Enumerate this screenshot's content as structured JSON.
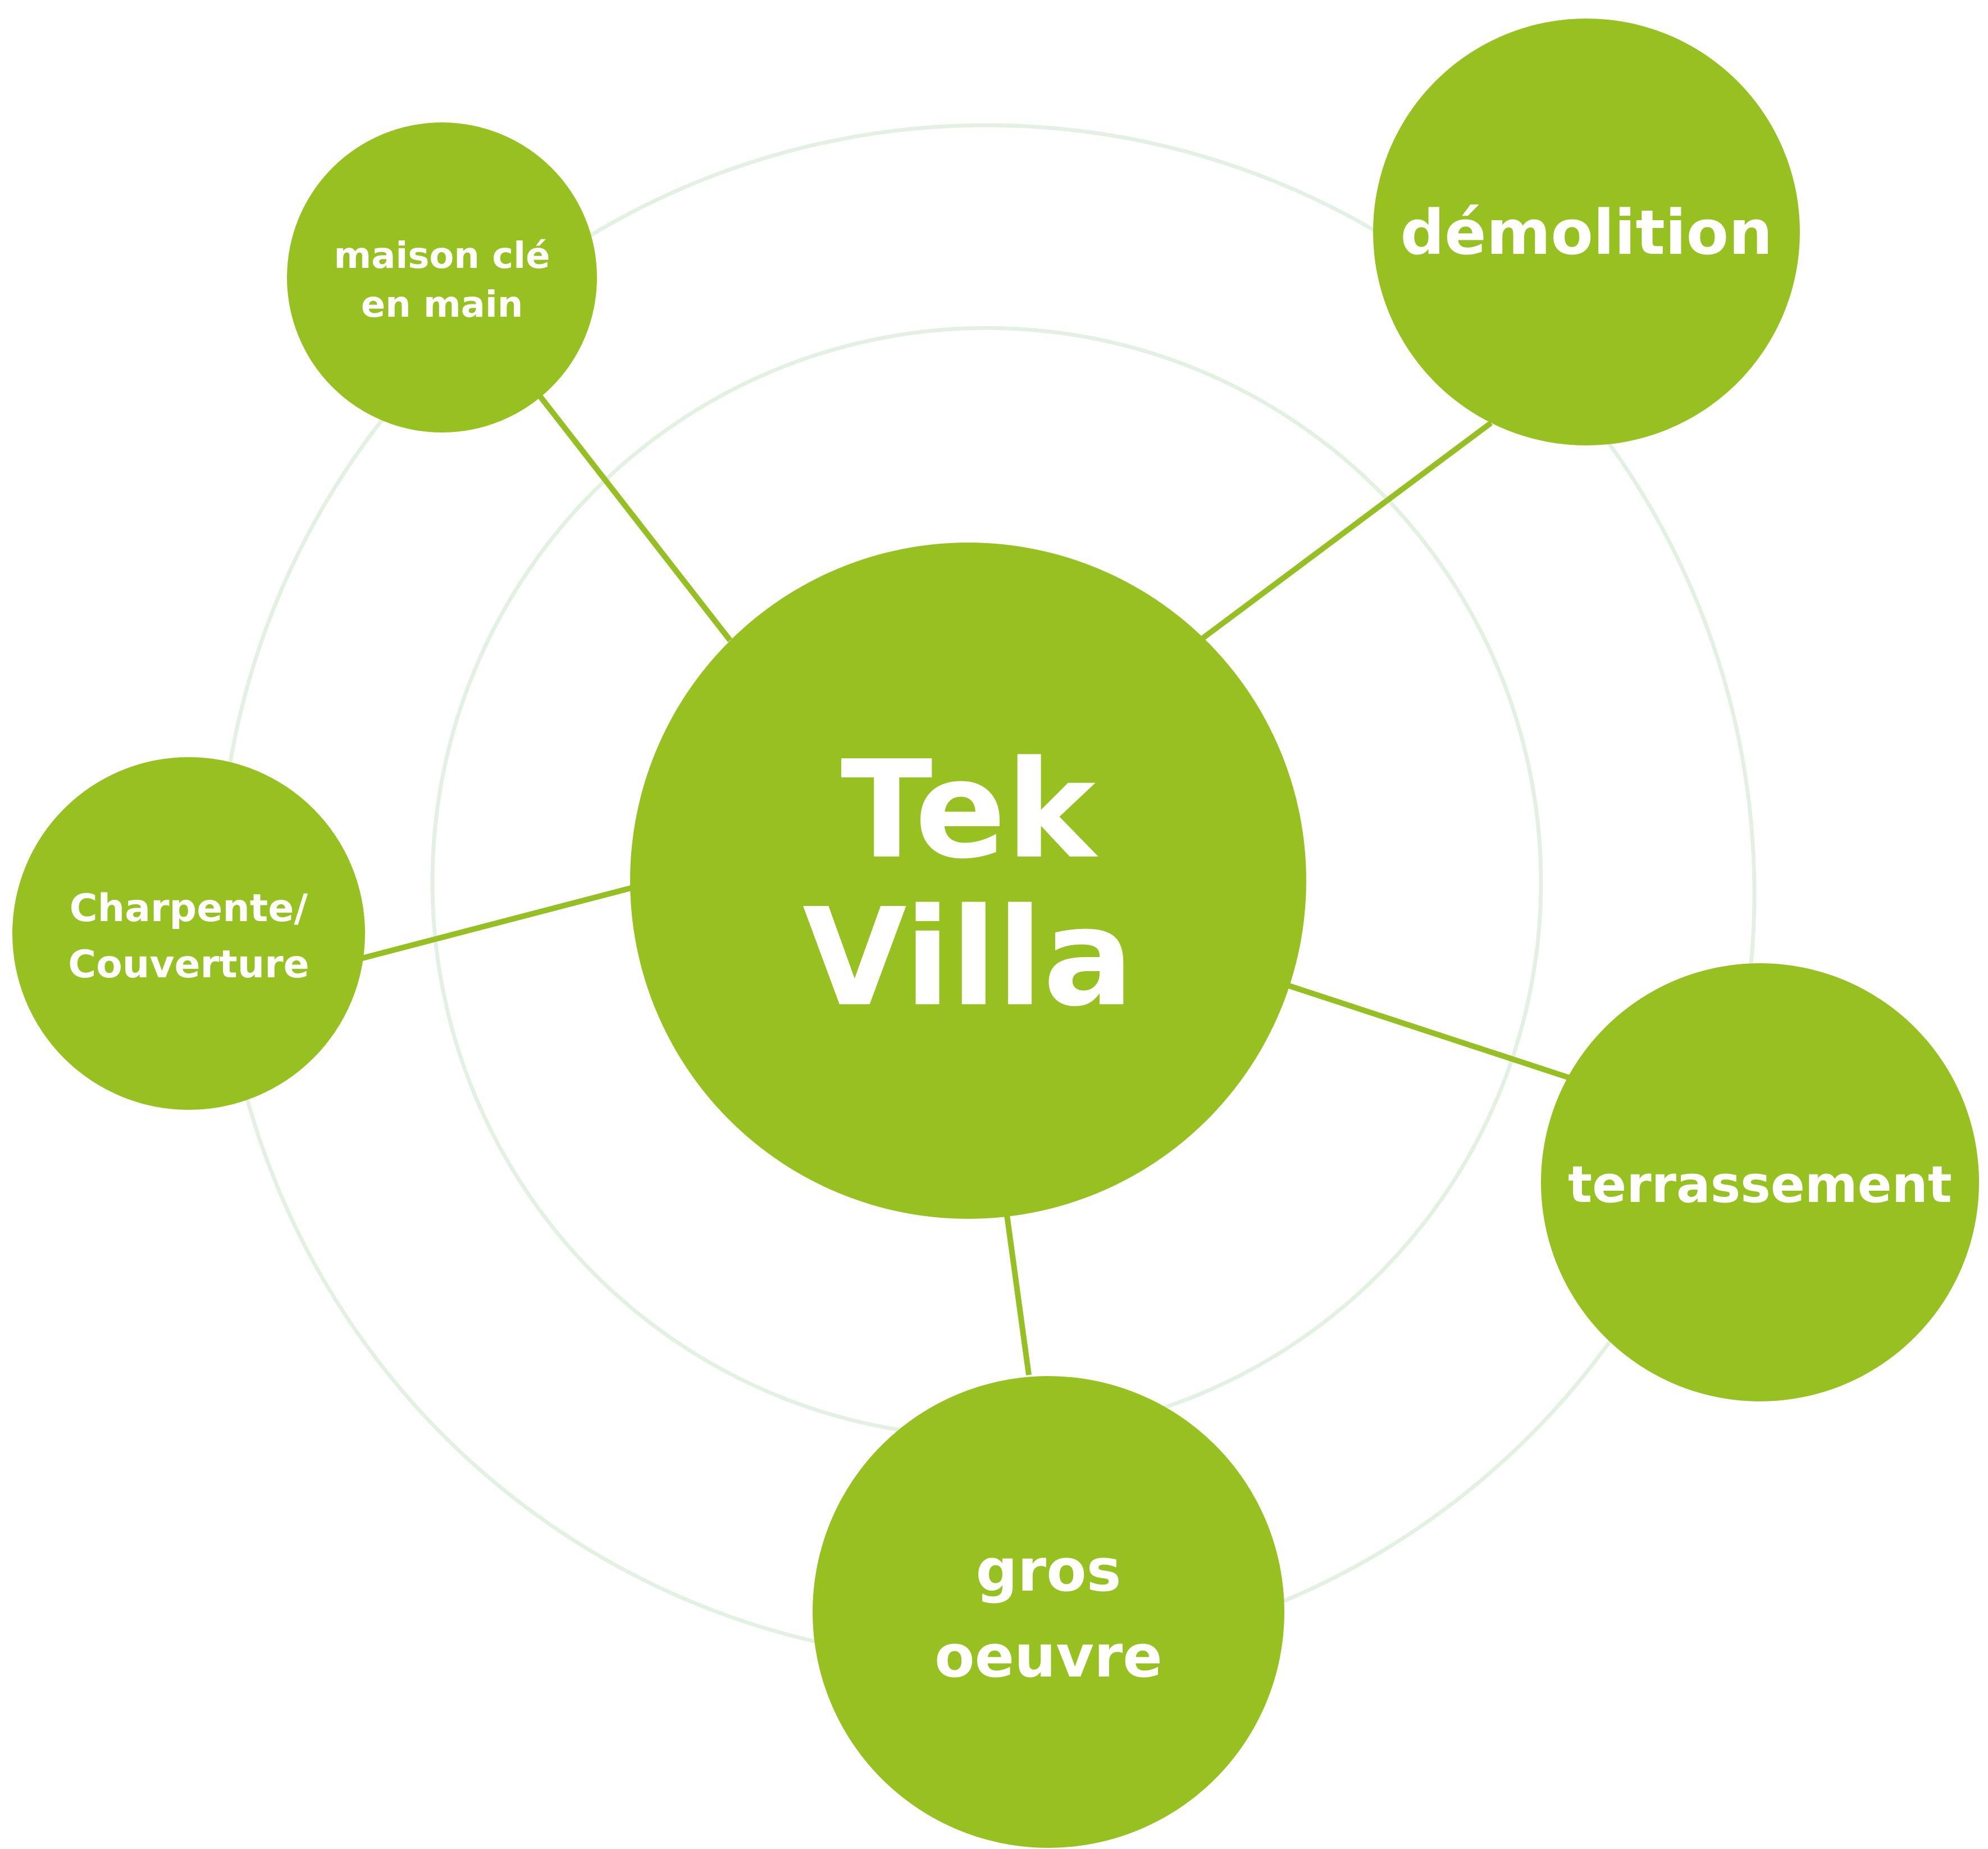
{
  "colors": {
    "node_fill": "#97c120",
    "connector": "#95bf22",
    "ring": "#e4f0e4",
    "text": "#ffffff",
    "background": "#ffffff"
  },
  "hub": {
    "line1": "Tek",
    "line2": "Villa"
  },
  "nodes": {
    "maison": {
      "line1": "maison clé",
      "line2": "en main"
    },
    "demolition": {
      "line1": "démolition"
    },
    "charpente": {
      "line1": "Charpente/",
      "line2": "Couverture"
    },
    "terrassement": {
      "line1": "terrassement"
    },
    "gros": {
      "line1": "gros",
      "line2": "oeuvre"
    }
  }
}
